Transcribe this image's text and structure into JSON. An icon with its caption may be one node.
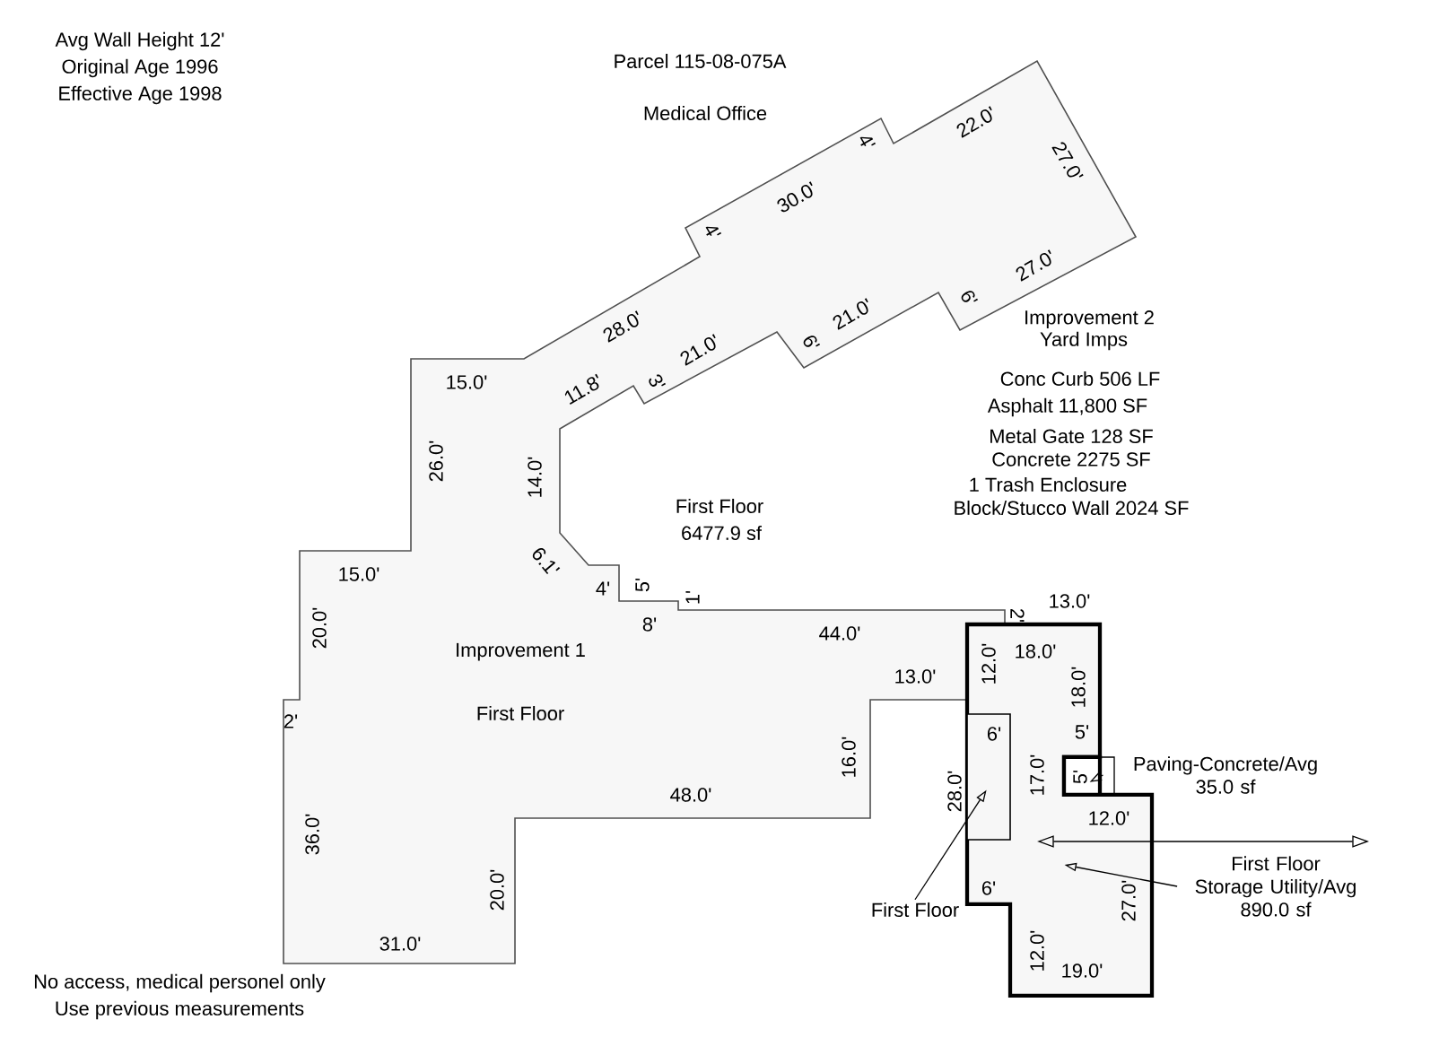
{
  "diagram": {
    "nodes": [
      {
        "text": [
          "Improvement 1",
          "First Floor"
        ]
      },
      {
        "text": [],
        "shape": "box"
      },
      {
        "text": [],
        "shape": "box",
        "in": 1
      },
      {
        "text": [],
        "shape": "box"
      },
      {
        "text": [
          "Paving-Concrete/Avg 35.0 sf"
        ]
      },
      {
        "text": [
          "First Floor",
          "Storage Utility/Avg 890.0 sf"
        ]
      },
      {
        "text": [
          "First Floor"
        ]
      }
    ],
    "edges": [
      {
        "from": 4,
        "to": 3,
        "arrow": "to"
      },
      {
        "from": 5,
        "to": 1,
        "arrow": "to"
      },
      {
        "from": 6,
        "to": 2,
        "arrow": "to"
      }
    ],
    "labels": [
      "Avg Wall Height 12'",
      "Original Age 1996",
      "Effective Age 1998",
      "Parcel 115-08-075A",
      "Medical Office",
      "22.0'",
      "27.0'",
      "4'",
      "30.0'",
      "4'",
      "27.0'",
      "6'",
      "21.0'",
      "6'",
      "21.0'",
      "28.0'",
      "3'",
      "11.8'",
      "15.0'",
      "Improvement 2",
      "Yard Imps",
      "Conc Curb 506 LF",
      "Asphalt 11,800 SF",
      "Metal Gate 128 SF",
      "Concrete 2275 SF",
      "1 Trash Enclosure",
      "Block/Stucco Wall 2024 SF",
      "26.0'",
      "14.0'",
      "First Floor",
      "6477.9 sf",
      "6.1'",
      "15.0'",
      "4'",
      "5'",
      "1'",
      "8'",
      "44.0'",
      "2'",
      "13.0'",
      "18.0'",
      "12.0'",
      "18.0'",
      "20.0'",
      "13.0'",
      "2'",
      "5'",
      "6'",
      "16.0'",
      "17.0'",
      "5'",
      "28.0'",
      "48.0'",
      "12.0'",
      "36.0'",
      "20.0'",
      "6'",
      "27.0'",
      "31.0'",
      "12.0'",
      "19.0'",
      "No access, medical personel only",
      "Use previous measurements"
    ]
  }
}
